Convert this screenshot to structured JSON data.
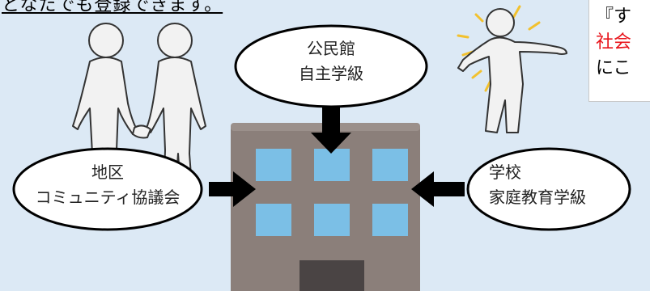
{
  "caption": {
    "text": "となたでも登録できます。"
  },
  "note": {
    "line1": "『す",
    "line2": "社会",
    "line3": "にこ"
  },
  "bubbles": {
    "top": {
      "line1": "公民館",
      "line2": "自主学級"
    },
    "left": {
      "line1": "地区",
      "line2": "コミュニティ協議会"
    },
    "right": {
      "line1": "学校",
      "line2": "家庭教育学級"
    }
  },
  "colors": {
    "background": "#dce9f5",
    "building": "#8b7f7a",
    "window": "#7bbfe6",
    "door": "#4a4444",
    "accent_red": "#e8141b",
    "rays": "#f2c12e"
  }
}
